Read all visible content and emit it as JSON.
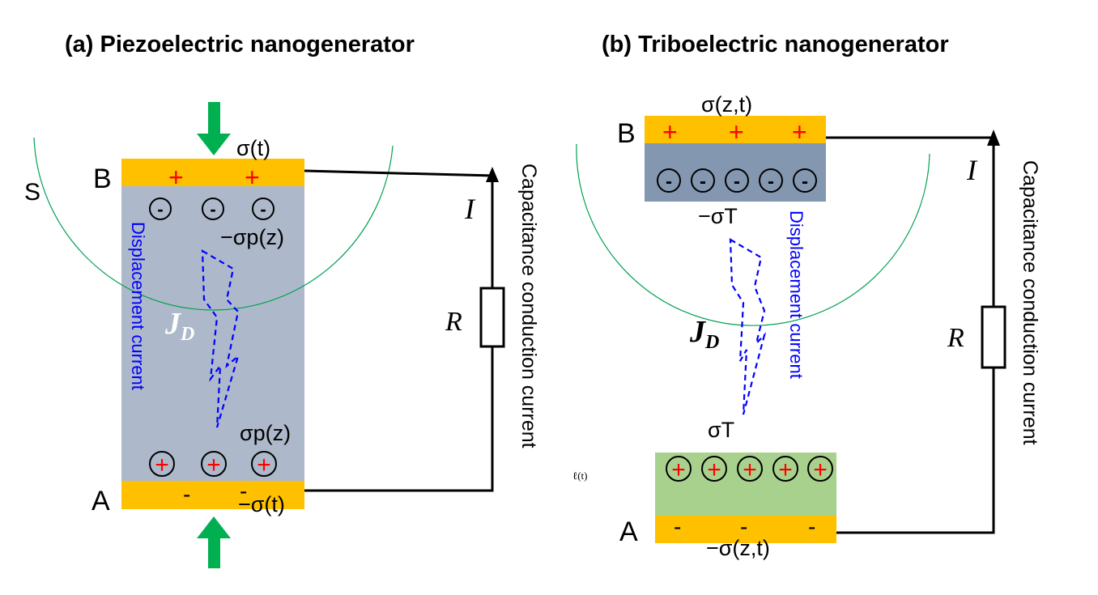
{
  "panel_a": {
    "title": "(a) Piezoelectric nanogenerator",
    "top_charge": "σ(t)",
    "bottom_charge": "−σ(t)",
    "surface_label": "S",
    "top_electrode_label": "B",
    "bottom_electrode_label": "A",
    "top_polarization": "−σp(z)",
    "bottom_polarization": "σp(z)",
    "displacement_label": "Displacement current",
    "current_symbol": "I",
    "resistor_symbol": "R",
    "jd_main": "J",
    "jd_sub": "D",
    "circuit_label": "Capacitance conduction current",
    "plus": "+",
    "minus": "-",
    "ion_pos": "+",
    "ion_neg": "-"
  },
  "panel_b": {
    "title": "(b) Triboelectric nanogenerator",
    "top_charge": "σ(z,t)",
    "bottom_charge": "−σ(z,t)",
    "top_electrode_label": "B",
    "bottom_electrode_label": "A",
    "top_tribo": "−σT",
    "bottom_tribo": "σT",
    "gap_label": "ℓ(t)",
    "displacement_label": "Displacement current",
    "current_symbol": "I",
    "resistor_symbol": "R",
    "jd_main": "J",
    "jd_sub": "D",
    "circuit_label": "Capacitance conduction current",
    "plus": "+",
    "minus": "-",
    "ion_pos": "+",
    "ion_neg": "-"
  },
  "colors": {
    "electrode": "#FFC000",
    "dielectric_a": "#ADB9CA",
    "dielectric_b": "#8497B0",
    "tribo_positive": "#A9D18E",
    "arrow_green": "#00B050",
    "charge_red": "#FF0000",
    "displacement_blue": "#0000FF",
    "surface_green": "#00A050",
    "wire": "#000000"
  }
}
